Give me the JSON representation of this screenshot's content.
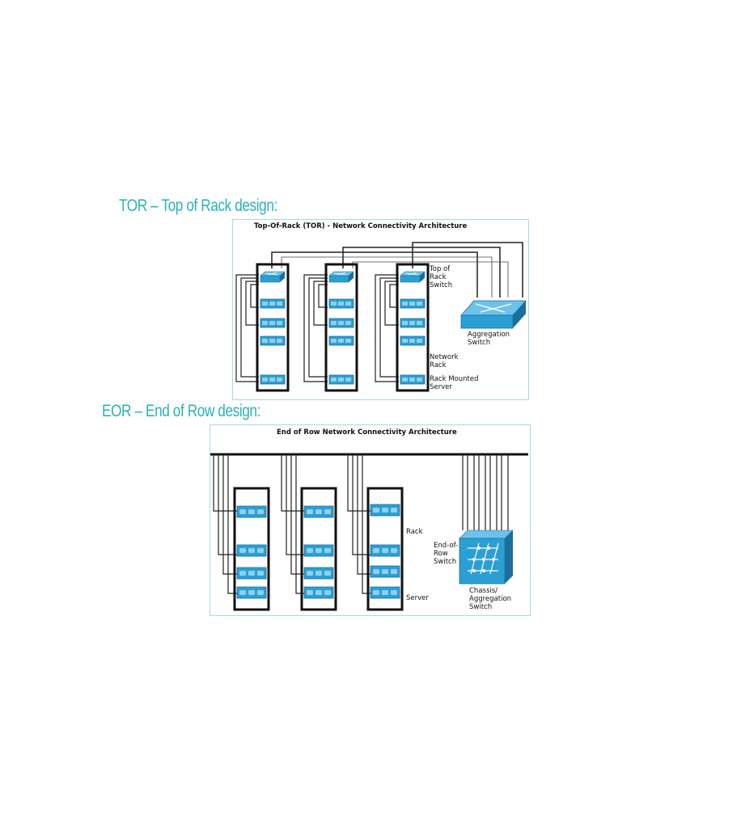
{
  "tor": {
    "heading": "TOR – Top of Rack design:",
    "title": "Top-Of-Rack (TOR) - Network Connectivity Architecture",
    "labels": {
      "top_of_rack_1": "Top of",
      "top_of_rack_2": "Rack",
      "top_of_rack_3": "Switch",
      "aggregation_1": "Aggregation",
      "aggregation_2": "Switch",
      "network_rack_1": "Network",
      "network_rack_2": "Rack",
      "rack_server_1": "Rack Mounted",
      "rack_server_2": "Server"
    }
  },
  "eor": {
    "heading": "EOR – End of Row design:",
    "title": "End of Row Network Connectivity Architecture",
    "labels": {
      "rack": "Rack",
      "server": "Server",
      "eor_switch_1": "End-of-",
      "eor_switch_2": "Row",
      "eor_switch_3": "Switch",
      "chassis_1": "Chassis/",
      "chassis_2": "Aggregation",
      "chassis_3": "Switch"
    }
  },
  "colors": {
    "heading": "#2ab3b8",
    "device_blue": "#2b9fd4",
    "device_dark": "#1a6f9c",
    "panel_border": "#a9d8e2"
  }
}
